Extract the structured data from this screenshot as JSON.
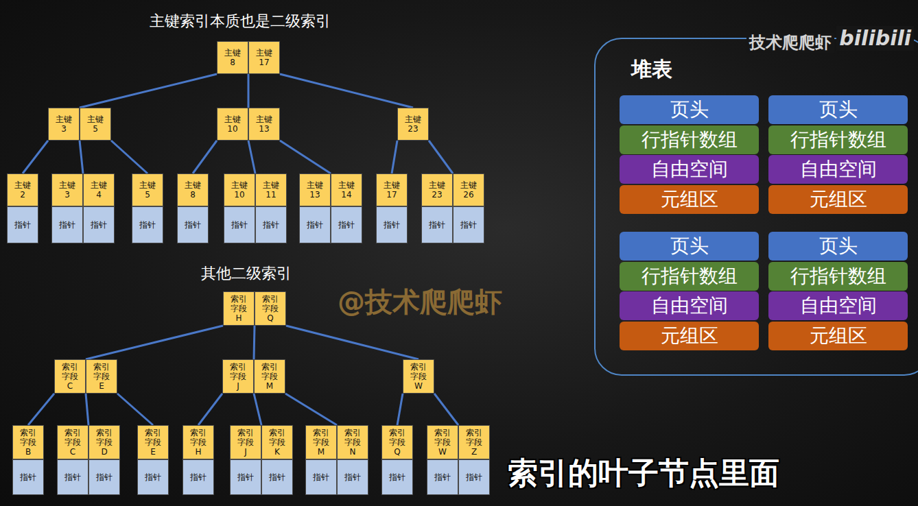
{
  "diagram": {
    "title": "主键索引本质也是二级索引",
    "caption": "索引的叶子节点里面",
    "nodes": [
      {
        "text": [
          "主键 8",
          "主键 17"
        ]
      },
      {
        "text": [
          "主键 3",
          "主键 5"
        ]
      },
      {
        "text": [
          "主键 10",
          "主键 13"
        ]
      },
      {
        "text": [
          "主键 23"
        ]
      },
      {
        "text": [
          "主键 2",
          "指针"
        ]
      },
      {
        "text": [
          "主键 3",
          "主键 4",
          "指针",
          "指针"
        ]
      },
      {
        "text": [
          "主键 5",
          "指针"
        ]
      },
      {
        "text": [
          "主键 8",
          "指针"
        ]
      },
      {
        "text": [
          "主键 10",
          "主键 11",
          "指针",
          "指针"
        ]
      },
      {
        "text": [
          "主键 13",
          "主键 14",
          "指针",
          "指针"
        ]
      },
      {
        "text": [
          "主键 17",
          "指针"
        ]
      },
      {
        "text": [
          "主键 23",
          "主键 26",
          "指针",
          "指针"
        ]
      },
      {
        "text": [
          "索引 字段 H",
          "索引 字段 Q"
        ]
      },
      {
        "text": [
          "索引 字段 C",
          "索引 字段 E"
        ]
      },
      {
        "text": [
          "索引 字段 J",
          "索引 字段 M"
        ]
      },
      {
        "text": [
          "索引 字段 W"
        ]
      },
      {
        "text": [
          "索引 字段 B",
          "指针"
        ]
      },
      {
        "text": [
          "索引 字段 C",
          "索引 字段 D",
          "指针",
          "指针"
        ]
      },
      {
        "text": [
          "索引 字段 E",
          "指针"
        ]
      },
      {
        "text": [
          "索引 字段 H",
          "指针"
        ]
      },
      {
        "text": [
          "索引 字段 J",
          "索引 字段 K",
          "指针",
          "指针"
        ]
      },
      {
        "text": [
          "索引 字段 M",
          "索引 字段 N",
          "指针",
          "指针"
        ]
      },
      {
        "text": [
          "索引 字段 Q",
          "指针"
        ]
      },
      {
        "text": [
          "索引 字段 W",
          "索引 字段 Z",
          "指针",
          "指针"
        ]
      },
      {
        "text": [
          "堆表"
        ]
      },
      {
        "text": [
          "页头"
        ],
        "in": 24
      },
      {
        "text": [
          "页头"
        ],
        "in": 24
      },
      {
        "text": [
          "行指针数组"
        ],
        "in": 24
      },
      {
        "text": [
          "行指针数组"
        ],
        "in": 24
      },
      {
        "text": [
          "自由空间"
        ],
        "in": 24
      },
      {
        "text": [
          "自由空间"
        ],
        "in": 24
      },
      {
        "text": [
          "元组区"
        ],
        "in": 24
      },
      {
        "text": [
          "元组区"
        ],
        "in": 24
      },
      {
        "text": [
          "页头"
        ],
        "in": 24
      },
      {
        "text": [
          "页头"
        ],
        "in": 24
      },
      {
        "text": [
          "行指针数组"
        ],
        "in": 24
      },
      {
        "text": [
          "行指针数组"
        ],
        "in": 24
      },
      {
        "text": [
          "自由空间"
        ],
        "in": 24
      },
      {
        "text": [
          "自由空间"
        ],
        "in": 24
      },
      {
        "text": [
          "元组区"
        ],
        "in": 24
      },
      {
        "text": [
          "元组区"
        ],
        "in": 24
      }
    ],
    "edges": [
      {
        "from": 0,
        "to": 1,
        "arrow": "none"
      },
      {
        "from": 0,
        "to": 2,
        "arrow": "none"
      },
      {
        "from": 0,
        "to": 3,
        "arrow": "none"
      },
      {
        "from": 1,
        "to": 4,
        "arrow": "none"
      },
      {
        "from": 1,
        "to": 5,
        "arrow": "none"
      },
      {
        "from": 1,
        "to": 6,
        "arrow": "none"
      },
      {
        "from": 2,
        "to": 7,
        "arrow": "none"
      },
      {
        "from": 2,
        "to": 8,
        "arrow": "none"
      },
      {
        "from": 2,
        "to": 9,
        "arrow": "none"
      },
      {
        "from": 3,
        "to": 10,
        "arrow": "none"
      },
      {
        "from": 3,
        "to": 11,
        "arrow": "none"
      },
      {
        "from": 12,
        "to": 13,
        "arrow": "none"
      },
      {
        "from": 12,
        "to": 14,
        "arrow": "none"
      },
      {
        "from": 12,
        "to": 15,
        "arrow": "none"
      },
      {
        "from": 13,
        "to": 16,
        "arrow": "none"
      },
      {
        "from": 13,
        "to": 17,
        "arrow": "none"
      },
      {
        "from": 13,
        "to": 18,
        "arrow": "none"
      },
      {
        "from": 14,
        "to": 19,
        "arrow": "none"
      },
      {
        "from": 14,
        "to": 20,
        "arrow": "none"
      },
      {
        "from": 14,
        "to": 21,
        "arrow": "none"
      },
      {
        "from": 15,
        "to": 22,
        "arrow": "none"
      },
      {
        "from": 15,
        "to": 23,
        "arrow": "none"
      }
    ],
    "labels": [
      "其他二级索引",
      "技术爬爬虾",
      "bilibili",
      "@技术爬爬虾"
    ]
  }
}
